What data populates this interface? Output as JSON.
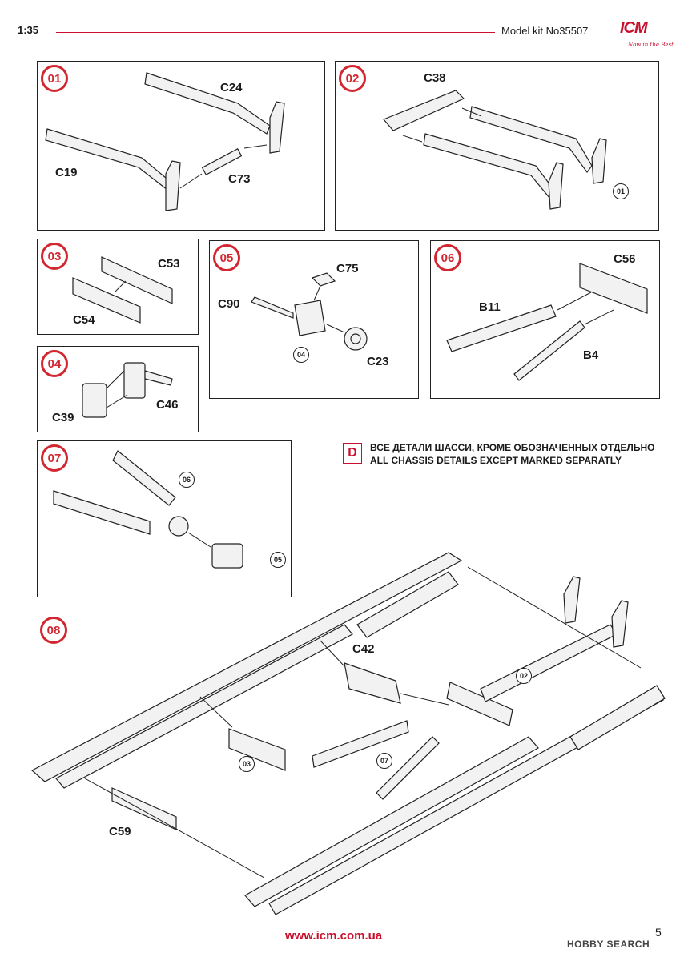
{
  "header": {
    "scale": "1:35",
    "kit": "Model kit No35507"
  },
  "logo": {
    "brand": "ICM",
    "tagline": "Now in the Best"
  },
  "steps": {
    "s01": {
      "num": "01",
      "parts": [
        "C24",
        "C19",
        "C73"
      ]
    },
    "s02": {
      "num": "02",
      "parts": [
        "C38"
      ],
      "ref": "01"
    },
    "s03": {
      "num": "03",
      "parts": [
        "C53",
        "C54"
      ]
    },
    "s04": {
      "num": "04",
      "parts": [
        "C39",
        "C46"
      ]
    },
    "s05": {
      "num": "05",
      "parts": [
        "C75",
        "C90",
        "C23"
      ],
      "ref": "04"
    },
    "s06": {
      "num": "06",
      "parts": [
        "C56",
        "B11",
        "B4"
      ]
    },
    "s07": {
      "num": "07",
      "refs": [
        "06",
        "05"
      ]
    },
    "s08": {
      "num": "08",
      "parts": [
        "C42",
        "C59"
      ],
      "refs": [
        "02",
        "03",
        "07"
      ]
    }
  },
  "note": {
    "letter": "D",
    "ru": "ВСЕ ДЕТАЛИ ШАССИ, КРОМЕ ОБОЗНАЧЕННЫХ ОТДЕЛЬНО",
    "en": "ALL CHASSIS DETAILS EXCEPT MARKED SEPARATLY"
  },
  "footer": {
    "url": "www.icm.com.ua",
    "page": "5",
    "watermark": "HOBBY SEARCH"
  }
}
